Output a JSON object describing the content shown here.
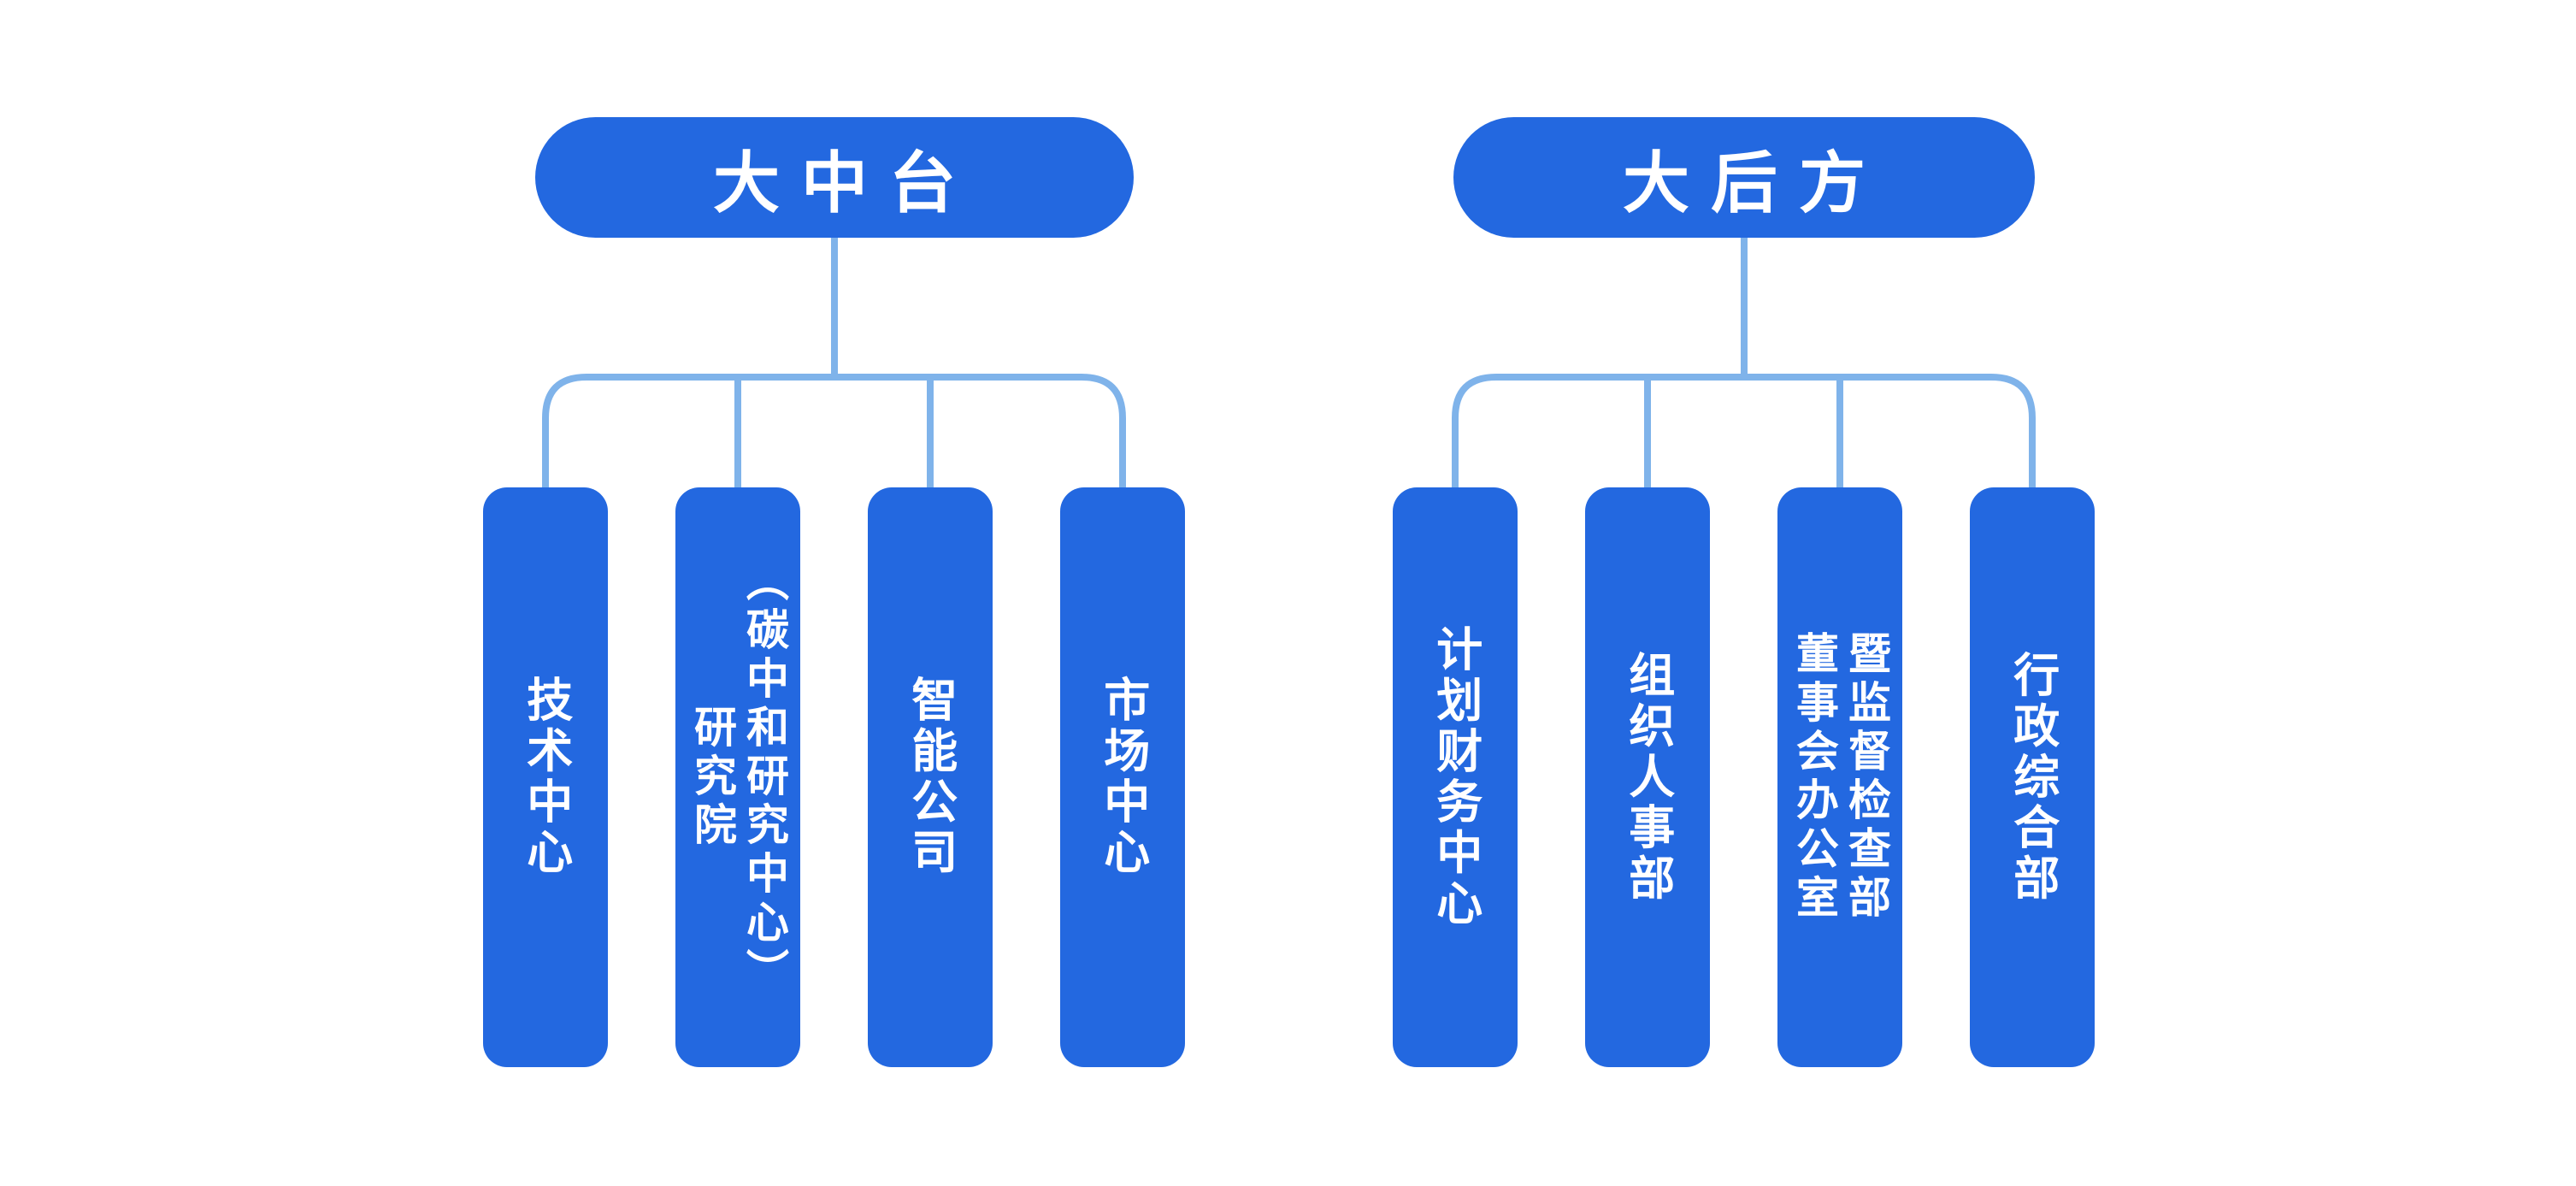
{
  "colors": {
    "node_fill": "#2368e0",
    "node_text": "#ffffff",
    "connector": "#7fb3ea",
    "background": "#ffffff"
  },
  "trees": [
    {
      "root": {
        "label": "大中台"
      },
      "children": [
        {
          "label": "技术中心"
        },
        {
          "label": "研究院\n（碳中和研究中心）"
        },
        {
          "label": "智能公司"
        },
        {
          "label": "市场中心"
        }
      ]
    },
    {
      "root": {
        "label": "大后方"
      },
      "children": [
        {
          "label": "计划财务中心"
        },
        {
          "label": "组织人事部"
        },
        {
          "label": "董事会办公室\n暨监督检查部"
        },
        {
          "label": "行政综合部"
        }
      ]
    }
  ]
}
